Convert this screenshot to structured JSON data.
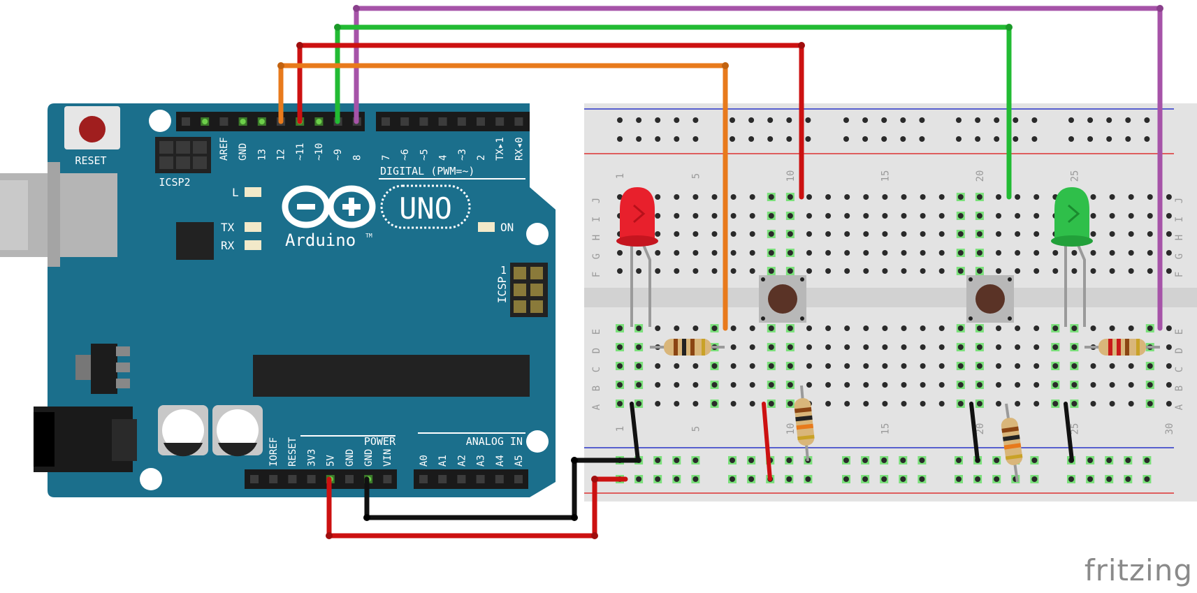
{
  "arduino": {
    "reset_label": "RESET",
    "icsp2_label": "ICSP2",
    "icsp_label": "ICSP",
    "icsp_pin1": "1",
    "digital_label": "DIGITAL (PWM=~)",
    "power_label": "POWER",
    "analog_label": "ANALOG IN",
    "logo_text": "UNO",
    "brand_text": "Arduino",
    "tm": "TM",
    "led_labels": [
      "L",
      "TX",
      "RX",
      "ON"
    ],
    "top_pins_left": [
      "AREF",
      "GND",
      "13",
      "12",
      "~11",
      "~10",
      "~9",
      "8"
    ],
    "top_pins_right": [
      "7",
      "~6",
      "~5",
      "4",
      "~3",
      "2",
      "TX▸1",
      "RX◂0"
    ],
    "power_pins": [
      "IOREF",
      "RESET",
      "3V3",
      "5V",
      "GND",
      "GND",
      "VIN"
    ],
    "analog_pins": [
      "A0",
      "A1",
      "A2",
      "A3",
      "A4",
      "A5"
    ]
  },
  "breadboard": {
    "row_letters_top": [
      "J",
      "I",
      "H",
      "G",
      "F"
    ],
    "row_letters_bottom": [
      "E",
      "D",
      "C",
      "B",
      "A"
    ],
    "column_numbers": [
      "1",
      "5",
      "10",
      "15",
      "20",
      "25",
      "30"
    ]
  },
  "colors": {
    "board": "#1b6f8c",
    "wire_red": "#cc1111",
    "wire_green": "#22bb33",
    "wire_orange": "#e87a1c",
    "wire_purple": "#a653a8",
    "wire_black": "#111111"
  },
  "footer": {
    "wordmark": "fritzing"
  }
}
